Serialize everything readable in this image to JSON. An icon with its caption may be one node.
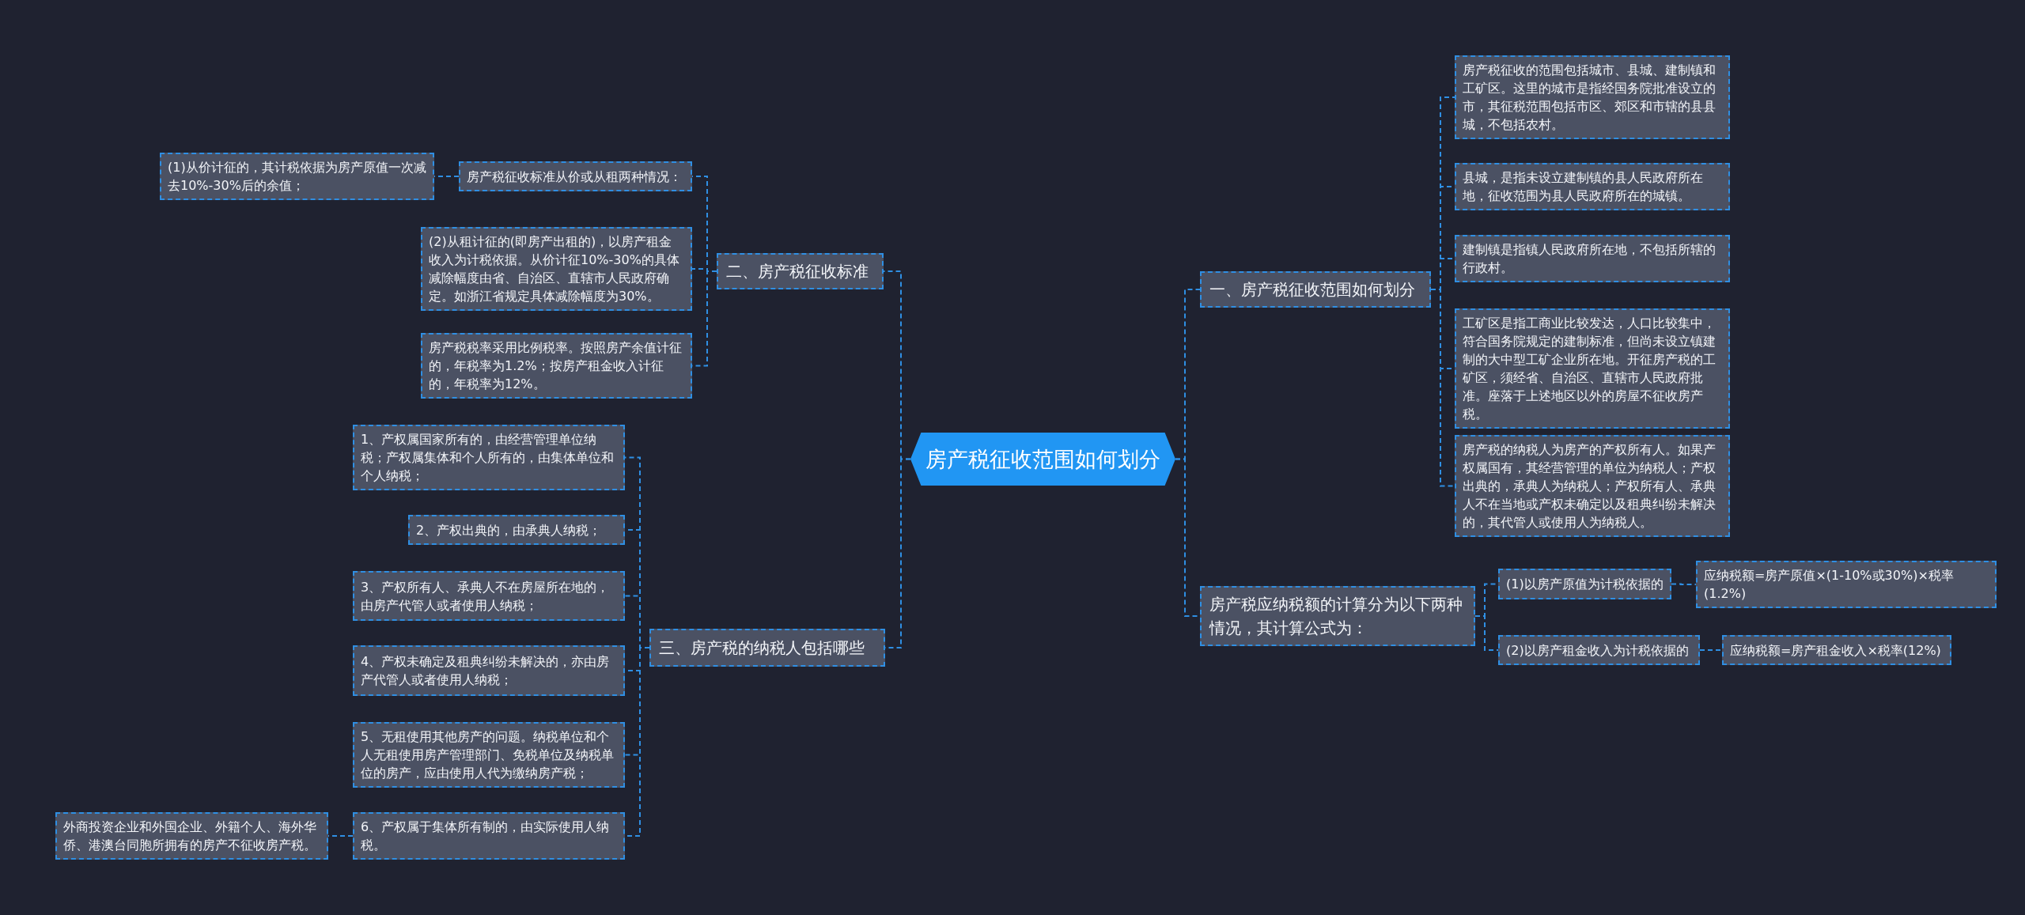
{
  "diagram": {
    "nodes": [
      {
        "text": [
          "房产税征收范围如何划分"
        ]
      },
      {
        "text": [
          "一、房产税征收范围如何划分"
        ]
      },
      {
        "text": [
          "房产税征收的范围包括城市、县城、建制镇和工矿区。这里的城市是指经国务院批准设立的市，其征税范围包括市区、郊区和市辖的县县城，不包括农村。"
        ]
      },
      {
        "text": [
          "县城，是指未设立建制镇的县人民政府所在地，征收范围为县人民政府所在的城镇。"
        ]
      },
      {
        "text": [
          "建制镇是指镇人民政府所在地，不包括所辖的行政村。"
        ]
      },
      {
        "text": [
          "工矿区是指工商业比较发达，人口比较集中，符合国务院规定的建制标准，但尚未设立镇建制的大中型工矿企业所在地。开征房产税的工矿区，须经省、自治区、直辖市人民政府批准。座落于上述地区以外的房屋不征收房产税。"
        ]
      },
      {
        "text": [
          "房产税的纳税人为房产的产权所有人。如果产权属国有，其经营管理的单位为纳税人；产权出典的，承典人为纳税人；产权所有人、承典人不在当地或产权未确定以及租典纠纷未解决的，其代管人或使用人为纳税人。"
        ]
      },
      {
        "text": [
          "房产税应纳税额的计算分为以下两种情况，其计算公式为："
        ]
      },
      {
        "text": [
          "(1)以房产原值为计税依据的"
        ]
      },
      {
        "text": [
          "应纳税额=房产原值×(1-10%或30%)×税率(1.2%)"
        ]
      },
      {
        "text": [
          "(2)以房产租金收入为计税依据的"
        ]
      },
      {
        "text": [
          "应纳税额=房产租金收入×税率(12%)"
        ]
      },
      {
        "text": [
          "二、房产税征收标准"
        ]
      },
      {
        "text": [
          "房产税征收标准从价或从租两种情况："
        ]
      },
      {
        "text": [
          "(1)从价计征的，其计税依据为房产原值一次减去10%-30%后的余值；"
        ]
      },
      {
        "text": [
          "(2)从租计征的(即房产出租的)，以房产租金收入为计税依据。从价计征10%-30%的具体减除幅度由省、自治区、直辖市人民政府确定。如浙江省规定具体减除幅度为30%。"
        ]
      },
      {
        "text": [
          "房产税税率采用比例税率。按照房产余值计征的，年税率为1.2%；按房产租金收入计征的，年税率为12%。"
        ]
      },
      {
        "text": [
          "三、房产税的纳税人包括哪些"
        ]
      },
      {
        "text": [
          "1、产权属国家所有的，由经营管理单位纳税；产权属集体和个人所有的，由集体单位和个人纳税；"
        ]
      },
      {
        "text": [
          "2、产权出典的，由承典人纳税；"
        ]
      },
      {
        "text": [
          "3、产权所有人、承典人不在房屋所在地的，由房产代管人或者使用人纳税；"
        ]
      },
      {
        "text": [
          "4、产权未确定及租典纠纷未解决的，亦由房产代管人或者使用人纳税；"
        ]
      },
      {
        "text": [
          "5、无租使用其他房产的问题。纳税单位和个人无租使用房产管理部门、免税单位及纳税单位的房产，应由使用人代为缴纳房产税；"
        ]
      },
      {
        "text": [
          "6、产权属于集体所有制的，由实际使用人纳税。"
        ]
      },
      {
        "text": [
          "外商投资企业和外国企业、外籍个人、海外华侨、港澳台同胞所拥有的房产不征收房产税。"
        ]
      }
    ],
    "edges": [
      {
        "from": 0,
        "to": 1,
        "arrow": "none"
      },
      {
        "from": 1,
        "to": 2,
        "arrow": "none"
      },
      {
        "from": 1,
        "to": 3,
        "arrow": "none"
      },
      {
        "from": 1,
        "to": 4,
        "arrow": "none"
      },
      {
        "from": 1,
        "to": 5,
        "arrow": "none"
      },
      {
        "from": 1,
        "to": 6,
        "arrow": "none"
      },
      {
        "from": 0,
        "to": 7,
        "arrow": "none"
      },
      {
        "from": 7,
        "to": 8,
        "arrow": "none"
      },
      {
        "from": 8,
        "to": 9,
        "arrow": "none"
      },
      {
        "from": 7,
        "to": 10,
        "arrow": "none"
      },
      {
        "from": 10,
        "to": 11,
        "arrow": "none"
      },
      {
        "from": 0,
        "to": 12,
        "arrow": "none"
      },
      {
        "from": 12,
        "to": 13,
        "arrow": "none"
      },
      {
        "from": 13,
        "to": 14,
        "arrow": "none"
      },
      {
        "from": 12,
        "to": 15,
        "arrow": "none"
      },
      {
        "from": 12,
        "to": 16,
        "arrow": "none"
      },
      {
        "from": 0,
        "to": 17,
        "arrow": "none"
      },
      {
        "from": 17,
        "to": 18,
        "arrow": "none"
      },
      {
        "from": 17,
        "to": 19,
        "arrow": "none"
      },
      {
        "from": 17,
        "to": 20,
        "arrow": "none"
      },
      {
        "from": 17,
        "to": 21,
        "arrow": "none"
      },
      {
        "from": 17,
        "to": 22,
        "arrow": "none"
      },
      {
        "from": 17,
        "to": 23,
        "arrow": "none"
      },
      {
        "from": 23,
        "to": 24,
        "arrow": "none"
      }
    ]
  }
}
